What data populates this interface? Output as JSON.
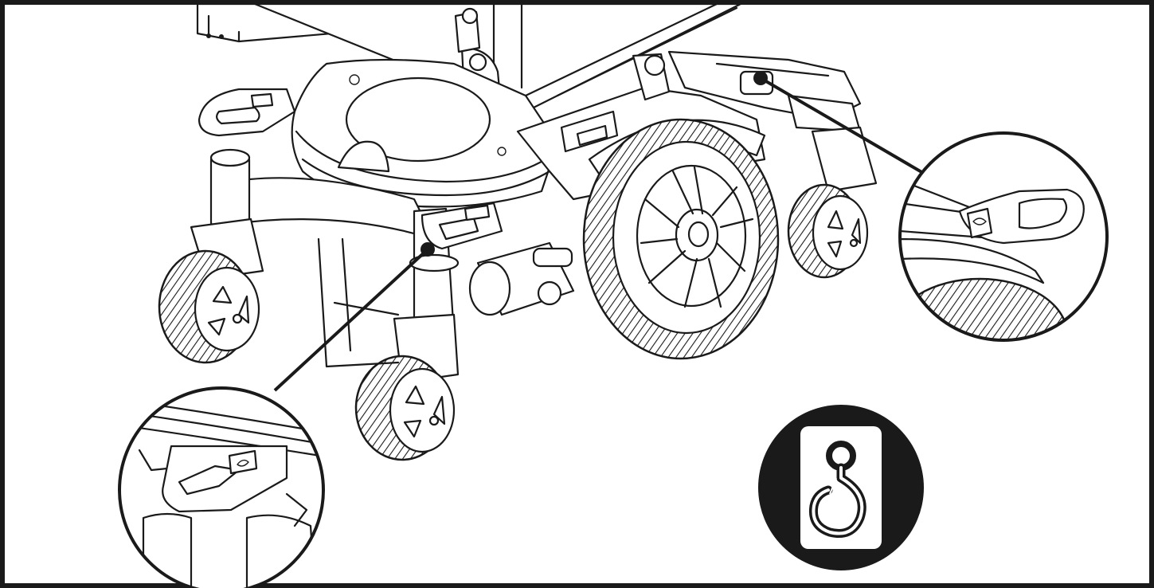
{
  "figure": {
    "subject": "power-wheelchair-base-tiedown-points",
    "frame_color": "#1a1a1a",
    "line_color": "#1a1a1a",
    "background_color": "#ffffff",
    "callouts": [
      {
        "name": "front-tiedown-bracket-detail"
      },
      {
        "name": "rear-tiedown-bracket-detail"
      }
    ],
    "symbol": {
      "name": "tiedown-hook-symbol",
      "bg_color": "#1a1a1a",
      "plate_color": "#ffffff"
    }
  }
}
